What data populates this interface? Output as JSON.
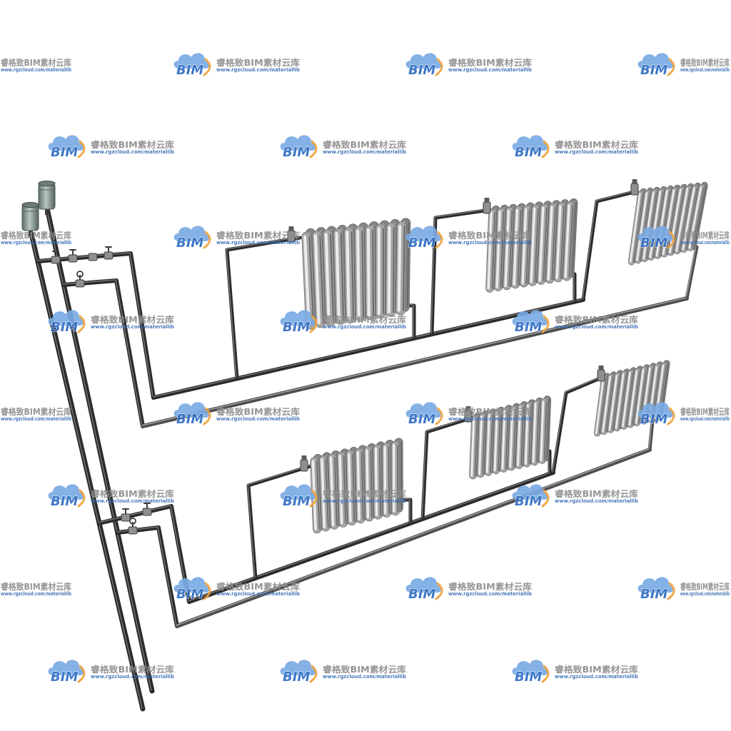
{
  "watermark": {
    "logo_text": "BIM",
    "brand_name": "睿格致BIM素材云库",
    "url": "www.rgzcloud.com/materiallib"
  },
  "colors": {
    "background": "#ffffff",
    "pipe_dark": "#2b2b2b",
    "pipe_dark_highlight": "#7c7c7c",
    "pipe_return": "#4e4e4e",
    "pipe_return_highlight": "#a8a8a8",
    "radiator": "#a6a6a6",
    "radiator_highlight": "#ececec",
    "radiator_shadow": "#6a6a6a",
    "radiator_outline": "#5c5c5c",
    "valve": "#8f8f8f",
    "valve_dark": "#3c3c3c",
    "tank": "#9aa9a4",
    "watermark_blue": "#2e6cc2",
    "watermark_cloud": "#79abe4",
    "watermark_swoosh": "#f0a23c",
    "watermark_brand_gray": "#8c8c8c",
    "watermark_url_blue": "#3a6fb5"
  }
}
